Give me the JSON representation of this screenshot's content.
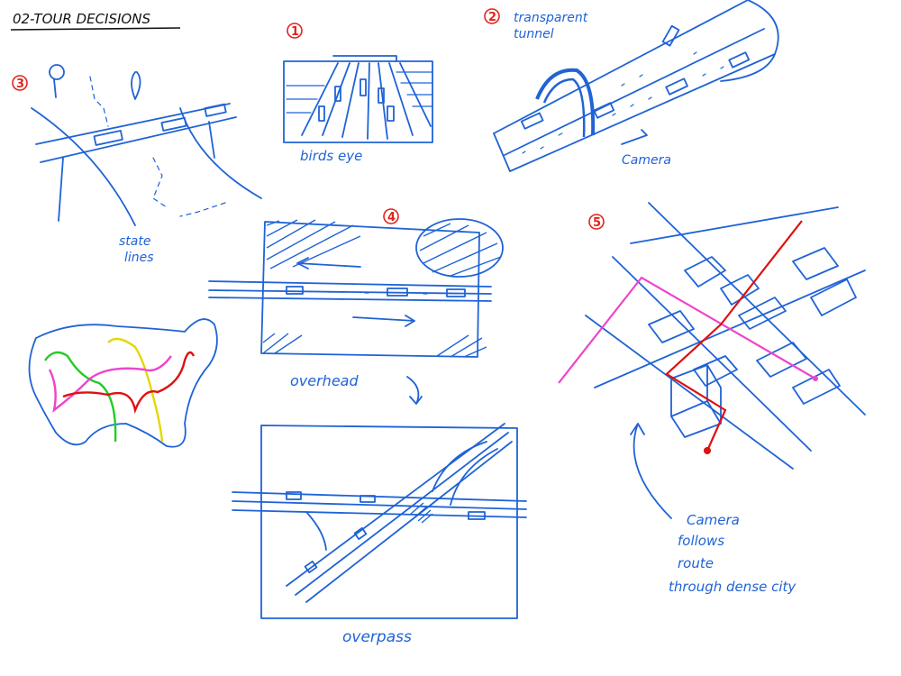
{
  "page": {
    "title": "02-TOUR DECISIONS"
  },
  "sketches": [
    {
      "number": "1",
      "label": "birds eye"
    },
    {
      "number": "2",
      "label_lines": [
        "transparent",
        "tunnel"
      ],
      "camera_label": "Camera"
    },
    {
      "number": "3",
      "label_lines": [
        "state",
        "lines"
      ]
    },
    {
      "number": "4",
      "label": "overhead"
    },
    {
      "number": "5",
      "label_lines": [
        "Camera",
        "follows",
        "route",
        "through dense city"
      ]
    }
  ],
  "overpass": {
    "label": "overpass"
  },
  "colors": {
    "ink_blue": "#1f63d6",
    "number_red": "#e0241c",
    "title_black": "#111111",
    "route_green": "#22cc22",
    "route_yellow": "#e6d600",
    "route_magenta": "#ee44cc",
    "route_red": "#dd1111"
  }
}
